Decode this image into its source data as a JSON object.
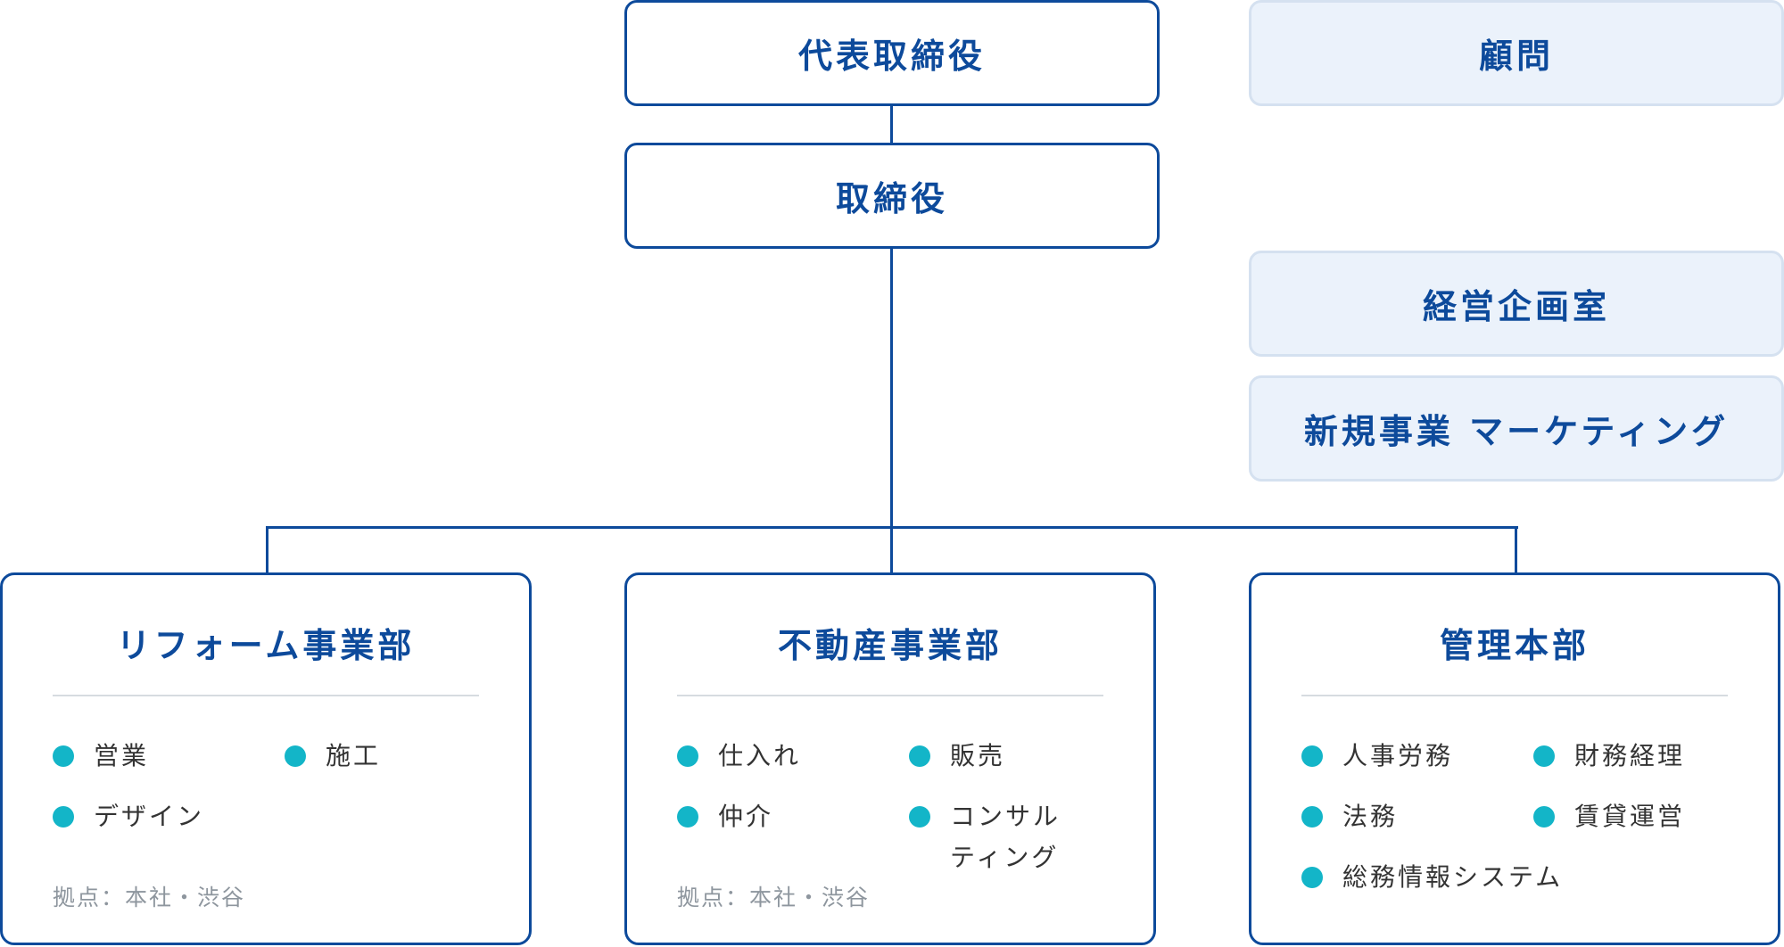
{
  "top": {
    "ceo": "代表取締役",
    "directors": "取締役"
  },
  "side": {
    "advisor": "顧問",
    "planning": "経営企画室",
    "new_business": "新規事業 マーケティング"
  },
  "departments": [
    {
      "title": "リフォーム事業部",
      "items": [
        "営業",
        "施工",
        "デザイン"
      ],
      "base": "拠点：本社・渋谷"
    },
    {
      "title": "不動産事業部",
      "items": [
        "仕入れ",
        "販売",
        "仲介",
        "コンサルティング"
      ],
      "base": "拠点：本社・渋谷"
    },
    {
      "title": "管理本部",
      "items": [
        "人事労務",
        "財務経理",
        "法務",
        "賃貸運営",
        "総務情報システム"
      ]
    }
  ],
  "colors": {
    "primary": "#0d4a9b",
    "side_bg": "#ebf2fb",
    "side_border": "#d5e1f0",
    "dot": "#13b5c8",
    "muted": "#8e969e"
  }
}
